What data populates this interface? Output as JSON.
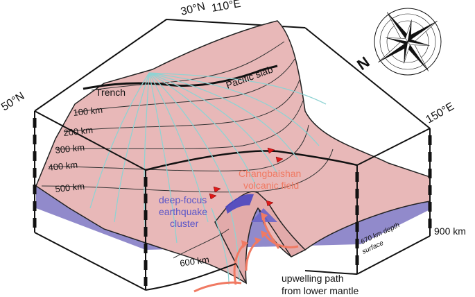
{
  "coords": {
    "top_left": "30°N",
    "top_right": "110°E",
    "left": "50°N",
    "right": "150°E"
  },
  "labels": {
    "trench": "Trench",
    "pacific_slab": "Pacific slab",
    "depth_100": "100 km",
    "depth_200": "200 km",
    "depth_300": "300 km",
    "depth_400": "400 km",
    "depth_500": "500 km",
    "depth_600": "600 km",
    "depth_900": "900 km",
    "volcanic_line1": "Changbaishan",
    "volcanic_line2": "volcanic field",
    "quake_line1": "deep-focus",
    "quake_line2": "earthquake",
    "quake_line3": "cluster",
    "surface670_line1": "670 km depth",
    "surface670_line2": "surface",
    "upwelling_line1": "upwelling path",
    "upwelling_line2": "from lower mantle"
  },
  "compass": {
    "north_letter": "N"
  },
  "colors": {
    "slab": "#e8b8b8",
    "contour_teal": "#8fd3d3",
    "surface_670": "#8b84c8",
    "orange_label": "#f07a63",
    "blue_label": "#5a55c8",
    "volcano": "#e01818"
  }
}
